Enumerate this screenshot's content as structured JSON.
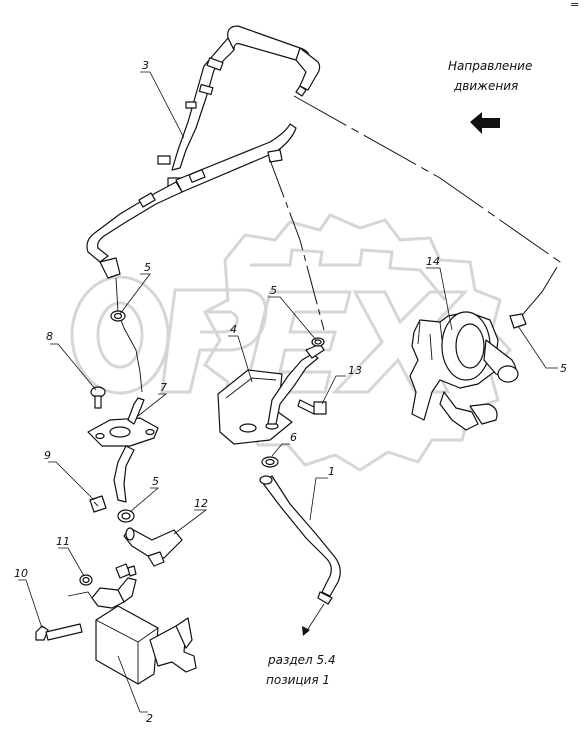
{
  "corner_mark": "=",
  "direction_note": {
    "line1": "Направление",
    "line2": "движения"
  },
  "reference_note": {
    "line1": "раздел 5.4",
    "line2": "позиция 1"
  },
  "callouts": {
    "c1": "1",
    "c2": "2",
    "c3": "3",
    "c4": "4",
    "c5a": "5",
    "c5b": "5",
    "c5c": "5",
    "c5d": "5",
    "c6": "6",
    "c7": "7",
    "c8": "8",
    "c9": "9",
    "c10": "10",
    "c11": "11",
    "c12": "12",
    "c13": "13",
    "c14": "14"
  },
  "watermark": "OPEX",
  "colors": {
    "ink": "#111111",
    "watermark": "#d6d6d6",
    "background": "#ffffff"
  }
}
